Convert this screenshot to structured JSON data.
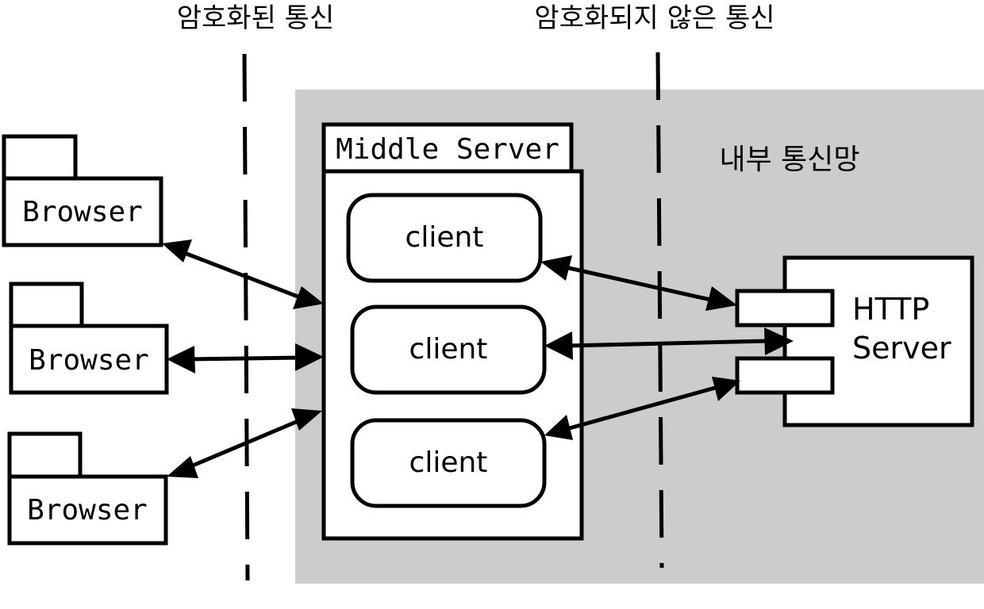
{
  "labels": {
    "encrypted": "암호화된 통신",
    "unencrypted": "암호화되지 않은 통신",
    "internal_network": "내부 통신망"
  },
  "browsers": [
    {
      "label": "Browser"
    },
    {
      "label": "Browser"
    },
    {
      "label": "Browser"
    }
  ],
  "middle_server": {
    "title": "Middle Server",
    "clients": [
      {
        "label": "client"
      },
      {
        "label": "client"
      },
      {
        "label": "client"
      }
    ]
  },
  "http_server": {
    "line1": "HTTP",
    "line2": "Server"
  },
  "colors": {
    "internal_zone": "#cccccc",
    "stroke": "#000000",
    "fill": "#ffffff"
  }
}
